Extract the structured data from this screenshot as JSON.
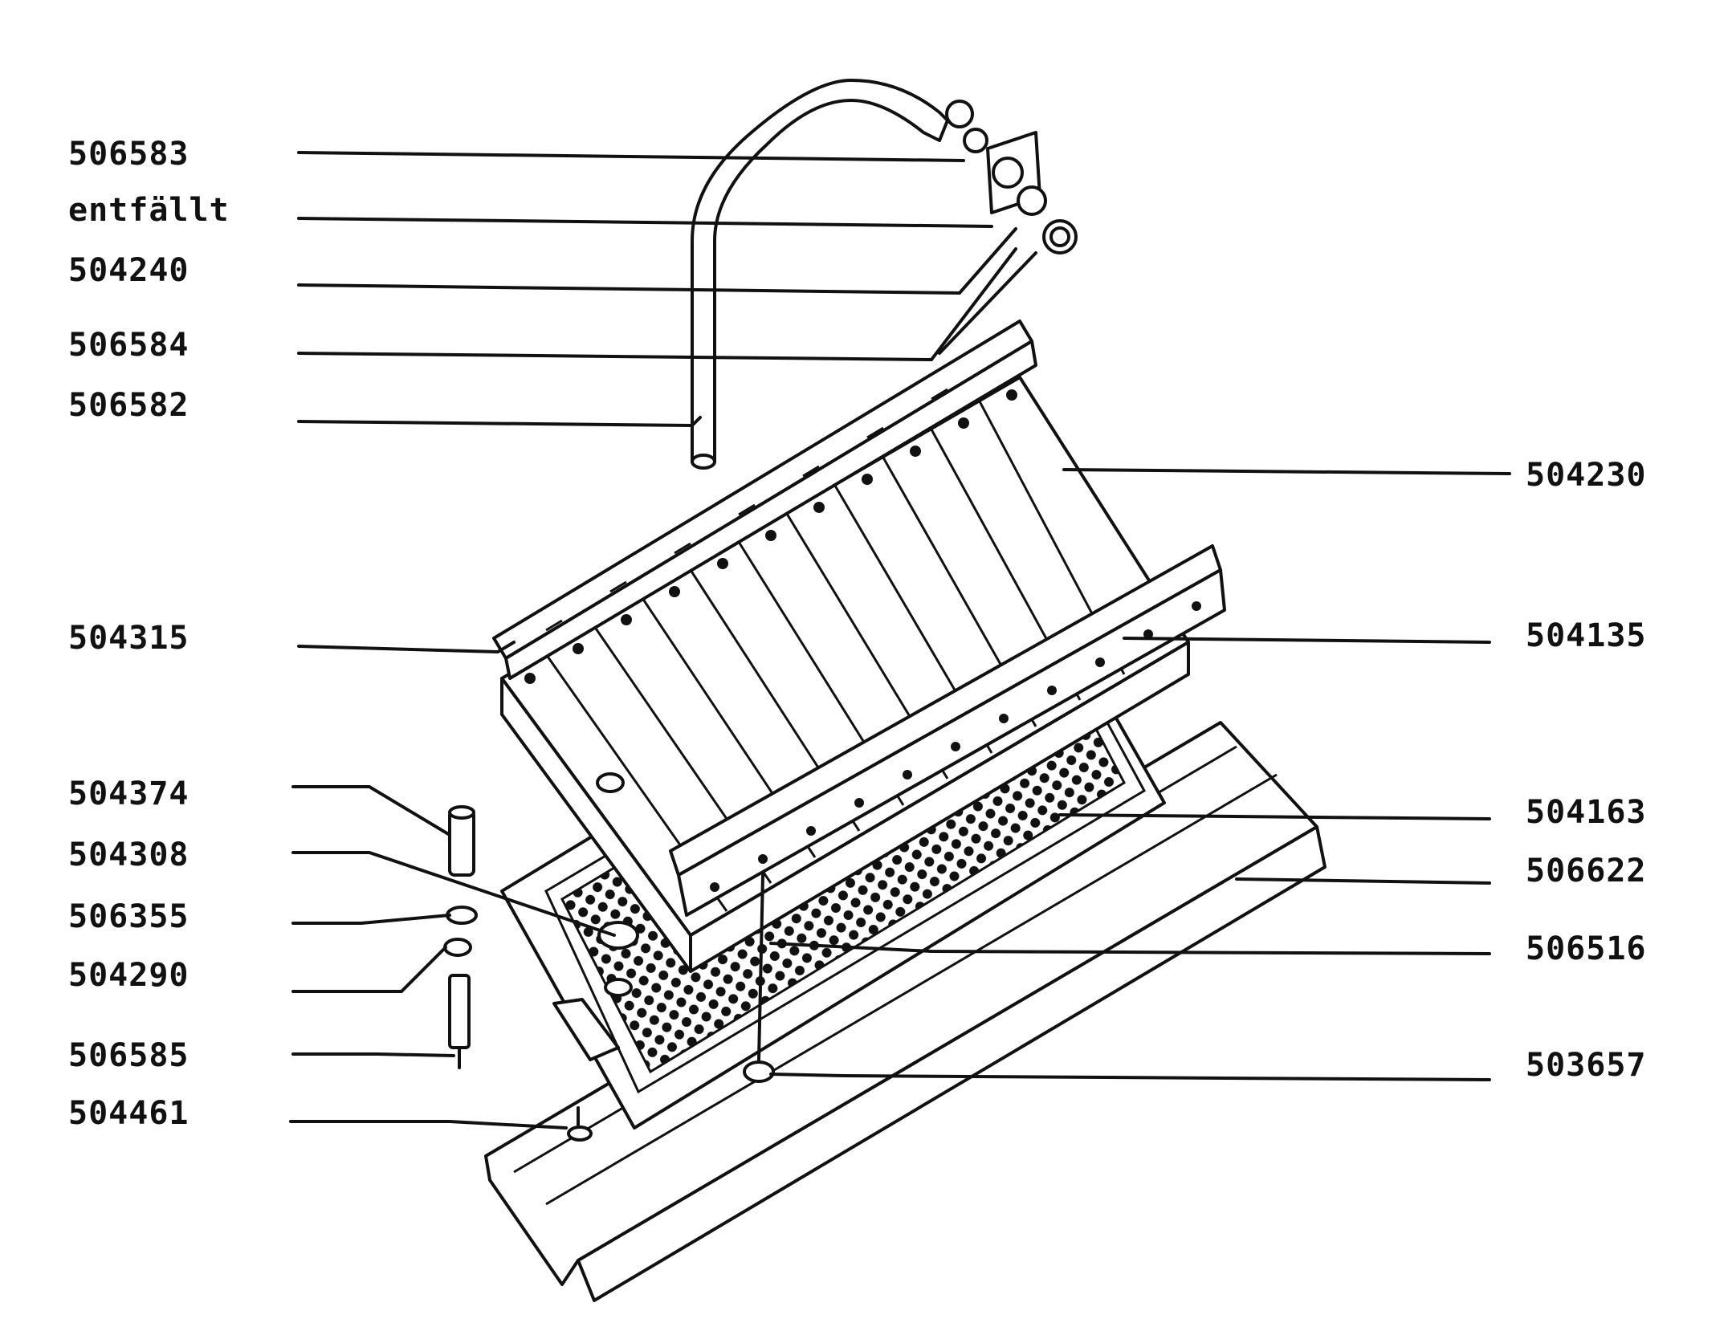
{
  "labels": {
    "l506583": "506583",
    "lentfallt": "entfällt",
    "l504240": "504240",
    "l506584": "506584",
    "l506582": "506582",
    "l504315": "504315",
    "l504374": "504374",
    "l504308": "504308",
    "l506355": "506355",
    "l504290": "504290",
    "l506585": "506585",
    "l504461": "504461",
    "l504230": "504230",
    "l504135": "504135",
    "l504163": "504163",
    "l506622": "506622",
    "l506516": "506516",
    "l503657": "503657"
  },
  "colors": {
    "ink": "#111111",
    "paper": "#ffffff"
  }
}
